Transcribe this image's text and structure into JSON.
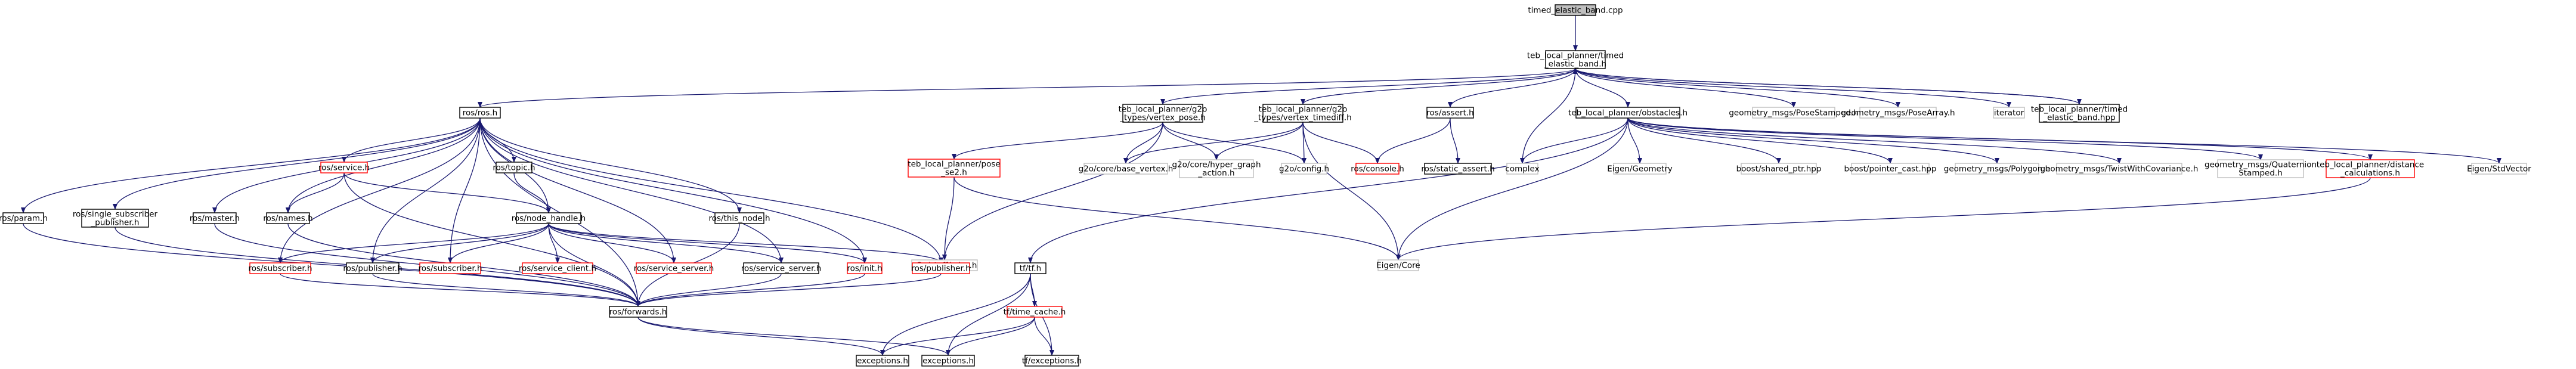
{
  "diagram": {
    "root": "n0",
    "nodes": [
      {
        "id": "n0",
        "lines": [
          "timed_elastic_band.cpp"
        ],
        "style": "root"
      },
      {
        "id": "n1",
        "lines": [
          "teb_local_planner/timed",
          "_elastic_band.h"
        ],
        "style": "doc"
      },
      {
        "id": "n2",
        "lines": [
          "ros/ros.h"
        ],
        "style": "doc"
      },
      {
        "id": "n3",
        "lines": [
          "teb_local_planner/g2o",
          "_types/vertex_pose.h"
        ],
        "style": "doc"
      },
      {
        "id": "n4",
        "lines": [
          "teb_local_planner/g2o",
          "_types/vertex_timediff.h"
        ],
        "style": "doc"
      },
      {
        "id": "n5",
        "lines": [
          "ros/assert.h"
        ],
        "style": "doc"
      },
      {
        "id": "n6",
        "lines": [
          "teb_local_planner/obstacles.h"
        ],
        "style": "doc"
      },
      {
        "id": "n7",
        "lines": [
          "geometry_msgs/PoseStamped.h"
        ],
        "style": "nodoc"
      },
      {
        "id": "n8",
        "lines": [
          "geometry_msgs/PoseArray.h"
        ],
        "style": "nodoc"
      },
      {
        "id": "n9",
        "lines": [
          "iterator"
        ],
        "style": "nodoc"
      },
      {
        "id": "n10",
        "lines": [
          "teb_local_planner/timed",
          "_elastic_band.hpp"
        ],
        "style": "doc"
      },
      {
        "id": "n11",
        "lines": [
          "ros/param.h"
        ],
        "style": "doc"
      },
      {
        "id": "n12",
        "lines": [
          "ros/single_subscriber",
          "_publisher.h"
        ],
        "style": "doc"
      },
      {
        "id": "n13",
        "lines": [
          "ros/master.h"
        ],
        "style": "doc"
      },
      {
        "id": "n14",
        "lines": [
          "ros/service.h"
        ],
        "style": "missing"
      },
      {
        "id": "n15",
        "lines": [
          "ros/names.h"
        ],
        "style": "doc"
      },
      {
        "id": "n16",
        "lines": [
          "ros/topic.h"
        ],
        "style": "doc"
      },
      {
        "id": "n17",
        "lines": [
          "ros/node_handle.h"
        ],
        "style": "doc"
      },
      {
        "id": "n18",
        "lines": [
          "ros/this_node.h"
        ],
        "style": "doc"
      },
      {
        "id": "n19",
        "lines": [
          "teb_local_planner/pose",
          "_se2.h"
        ],
        "style": "missing"
      },
      {
        "id": "n20",
        "lines": [
          "g2o/core/base_vertex.h"
        ],
        "style": "nodoc"
      },
      {
        "id": "n21",
        "lines": [
          "g2o/core/hyper_graph",
          "_action.h"
        ],
        "style": "nodoc"
      },
      {
        "id": "n22",
        "lines": [
          "g2o/config.h"
        ],
        "style": "nodoc"
      },
      {
        "id": "n23",
        "lines": [
          "ros/console.h"
        ],
        "style": "missing"
      },
      {
        "id": "n24",
        "lines": [
          "ros/static_assert.h"
        ],
        "style": "doc"
      },
      {
        "id": "n25",
        "lines": [
          "complex"
        ],
        "style": "nodoc"
      },
      {
        "id": "n26",
        "lines": [
          "Eigen/Geometry"
        ],
        "style": "nodoc"
      },
      {
        "id": "n27",
        "lines": [
          "boost/shared_ptr.hpp"
        ],
        "style": "nodoc"
      },
      {
        "id": "n28",
        "lines": [
          "boost/pointer_cast.hpp"
        ],
        "style": "nodoc"
      },
      {
        "id": "n29",
        "lines": [
          "geometry_msgs/Polygon.h"
        ],
        "style": "nodoc"
      },
      {
        "id": "n30",
        "lines": [
          "geometry_msgs/TwistWithCovariance.h"
        ],
        "style": "nodoc"
      },
      {
        "id": "n31",
        "lines": [
          "geometry_msgs/Quaternion",
          "Stamped.h"
        ],
        "style": "nodoc"
      },
      {
        "id": "n32",
        "lines": [
          "teb_local_planner/distance",
          "_calculations.h"
        ],
        "style": "missing"
      },
      {
        "id": "n33",
        "lines": [
          "Eigen/StdVector"
        ],
        "style": "nodoc"
      },
      {
        "id": "n34",
        "lines": [
          "g2o/stuff/misc.h"
        ],
        "style": "nodoc"
      },
      {
        "id": "n35",
        "lines": [
          "Eigen/Core"
        ],
        "style": "nodoc"
      },
      {
        "id": "n36",
        "lines": [
          "ros/subscriber.h"
        ],
        "style": "missing"
      },
      {
        "id": "n37",
        "lines": [
          "ros/publisher.h"
        ],
        "style": "doc"
      },
      {
        "id": "n38",
        "lines": [
          "ros/subscriber.h"
        ],
        "style": "missing"
      },
      {
        "id": "n39",
        "lines": [
          "ros/service_client.h"
        ],
        "style": "missing"
      },
      {
        "id": "n40",
        "lines": [
          "ros/service_server.h"
        ],
        "style": "missing"
      },
      {
        "id": "n41",
        "lines": [
          "ros/service_server.h"
        ],
        "style": "doc"
      },
      {
        "id": "n42",
        "lines": [
          "ros/init.h"
        ],
        "style": "missing"
      },
      {
        "id": "n43",
        "lines": [
          "ros/publisher.h"
        ],
        "style": "missing"
      },
      {
        "id": "n44",
        "lines": [
          "tf/tf.h"
        ],
        "style": "doc"
      },
      {
        "id": "n45",
        "lines": [
          "ros/forwards.h"
        ],
        "style": "doc"
      },
      {
        "id": "n46",
        "lines": [
          "tf/time_cache.h"
        ],
        "style": "missing"
      },
      {
        "id": "n47",
        "lines": [
          "exceptions.h"
        ],
        "style": "doc"
      },
      {
        "id": "n48",
        "lines": [
          "exceptions.h"
        ],
        "style": "doc"
      },
      {
        "id": "n49",
        "lines": [
          "tf/exceptions.h"
        ],
        "style": "doc"
      }
    ],
    "edges": [
      [
        "n0",
        "n1"
      ],
      [
        "n1",
        "n2"
      ],
      [
        "n1",
        "n3"
      ],
      [
        "n1",
        "n4"
      ],
      [
        "n1",
        "n5"
      ],
      [
        "n1",
        "n6"
      ],
      [
        "n1",
        "n7"
      ],
      [
        "n1",
        "n8"
      ],
      [
        "n1",
        "n9"
      ],
      [
        "n1",
        "n10"
      ],
      [
        "n1",
        "n25"
      ],
      [
        "n10",
        "n1"
      ],
      [
        "n2",
        "n11"
      ],
      [
        "n2",
        "n12"
      ],
      [
        "n2",
        "n13"
      ],
      [
        "n2",
        "n14"
      ],
      [
        "n2",
        "n15"
      ],
      [
        "n2",
        "n16"
      ],
      [
        "n2",
        "n17"
      ],
      [
        "n2",
        "n18"
      ],
      [
        "n2",
        "n36"
      ],
      [
        "n2",
        "n37"
      ],
      [
        "n2",
        "n38"
      ],
      [
        "n2",
        "n40"
      ],
      [
        "n2",
        "n41"
      ],
      [
        "n2",
        "n42"
      ],
      [
        "n2",
        "n43"
      ],
      [
        "n2",
        "n45"
      ],
      [
        "n3",
        "n19"
      ],
      [
        "n3",
        "n20"
      ],
      [
        "n3",
        "n21"
      ],
      [
        "n3",
        "n22"
      ],
      [
        "n3",
        "n34"
      ],
      [
        "n4",
        "n20"
      ],
      [
        "n4",
        "n21"
      ],
      [
        "n4",
        "n22"
      ],
      [
        "n4",
        "n23"
      ],
      [
        "n4",
        "n35"
      ],
      [
        "n5",
        "n23"
      ],
      [
        "n5",
        "n24"
      ],
      [
        "n6",
        "n25"
      ],
      [
        "n6",
        "n26"
      ],
      [
        "n6",
        "n27"
      ],
      [
        "n6",
        "n28"
      ],
      [
        "n6",
        "n29"
      ],
      [
        "n6",
        "n30"
      ],
      [
        "n6",
        "n31"
      ],
      [
        "n6",
        "n32"
      ],
      [
        "n6",
        "n33"
      ],
      [
        "n6",
        "n35"
      ],
      [
        "n6",
        "n44"
      ],
      [
        "n19",
        "n34"
      ],
      [
        "n19",
        "n35"
      ],
      [
        "n32",
        "n35"
      ],
      [
        "n11",
        "n45"
      ],
      [
        "n12",
        "n45"
      ],
      [
        "n13",
        "n45"
      ],
      [
        "n14",
        "n15"
      ],
      [
        "n14",
        "n17"
      ],
      [
        "n14",
        "n45"
      ],
      [
        "n15",
        "n45"
      ],
      [
        "n16",
        "n17"
      ],
      [
        "n17",
        "n36"
      ],
      [
        "n17",
        "n37"
      ],
      [
        "n17",
        "n38"
      ],
      [
        "n17",
        "n39"
      ],
      [
        "n17",
        "n40"
      ],
      [
        "n17",
        "n41"
      ],
      [
        "n17",
        "n42"
      ],
      [
        "n17",
        "n43"
      ],
      [
        "n17",
        "n45"
      ],
      [
        "n18",
        "n45"
      ],
      [
        "n36",
        "n45"
      ],
      [
        "n37",
        "n45"
      ],
      [
        "n41",
        "n45"
      ],
      [
        "n42",
        "n45"
      ],
      [
        "n43",
        "n45"
      ],
      [
        "n44",
        "n46"
      ],
      [
        "n44",
        "n47"
      ],
      [
        "n44",
        "n48"
      ],
      [
        "n44",
        "n49"
      ],
      [
        "n45",
        "n47"
      ],
      [
        "n45",
        "n48"
      ],
      [
        "n46",
        "n47"
      ],
      [
        "n46",
        "n48"
      ],
      [
        "n46",
        "n49"
      ]
    ]
  },
  "colors": {
    "edge": "#191970",
    "root_fill": "#bfbfbf",
    "doc_border": "#000000",
    "nodoc_border": "#bfbfbf",
    "missing_border": "#ff0000",
    "text": "#000000"
  }
}
